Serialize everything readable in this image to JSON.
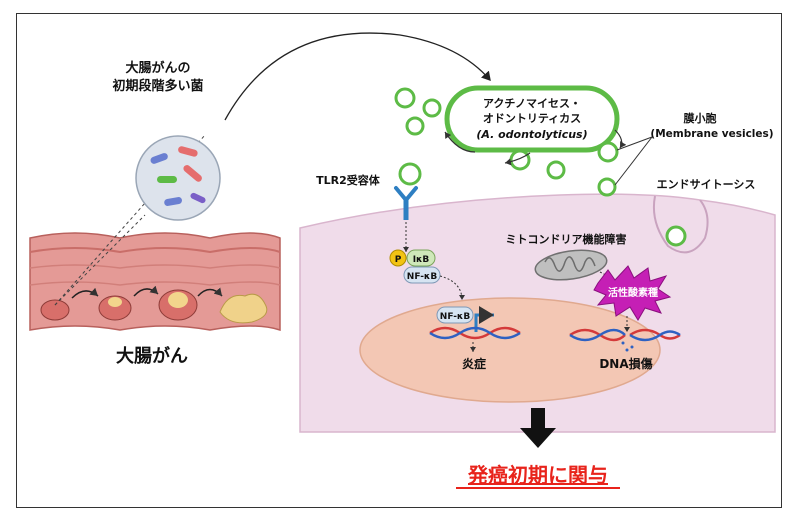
{
  "bacteria_label": {
    "line1": "大腸がんの",
    "line2": "初期段階多い菌"
  },
  "colorectal_cancer_label": "大腸がん",
  "bacterium_name": {
    "jp_line1": "アクチノマイセス・",
    "jp_line2": "オドントリティカス",
    "latin": "(A. odontolyticus)"
  },
  "membrane_vesicles": {
    "jp": "膜小胞",
    "en": "(Membrane vesicles)"
  },
  "endocytosis_label": "エンドサイトーシス",
  "tlr2_label": "TLR2受容体",
  "mito_label": "ミトコンドリア機能障害",
  "ros_label": "活性酸素種",
  "pathway": {
    "p": "P",
    "ikb": "IκB",
    "nfkb": "NF-κB",
    "nfkb_nucleus": "NF-κB"
  },
  "inflammation_label": "炎症",
  "dna_damage_label": "DNA損傷",
  "conclusion_label": "発癌初期に関与",
  "colors": {
    "cell": "#f0dcea",
    "nucleus": "#f3c7b4",
    "vesicle": "#5dbb46",
    "conclusion": "#e8231b",
    "ros": "#c51fb5",
    "tissue": "#e49a96"
  },
  "icons": [
    "bacteria-cluster-icon",
    "receptor-icon",
    "mitochondria-icon",
    "dna-helix-icon",
    "down-arrow-icon",
    "burst-icon"
  ]
}
